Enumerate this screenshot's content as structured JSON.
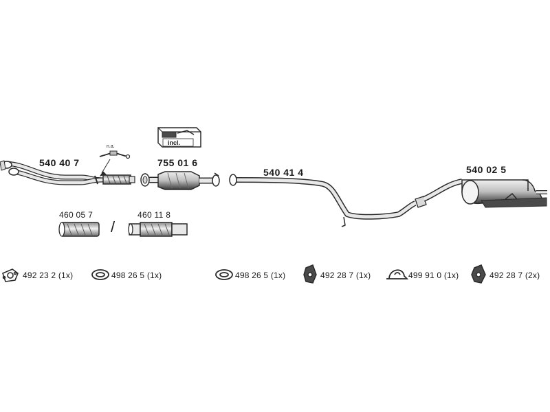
{
  "parts": {
    "front_pipe": "540 40 7",
    "catalytic_converter": "755 01 6",
    "center_pipe": "540 41 4",
    "rear_silencer": "540 02 5",
    "flex_pipe_a": "460 05 7",
    "flex_pipe_b": "460 11 8",
    "alternative_separator": "/"
  },
  "notes": {
    "not_available": "n.a.",
    "included": "incl."
  },
  "accessories": [
    {
      "code": "492 23 2 (1x)",
      "icon": "flange-gasket-icon"
    },
    {
      "code": "498 26 5 (1x)",
      "icon": "ring-gasket-icon"
    },
    {
      "code": "498 26 5 (1x)",
      "icon": "ring-gasket-icon"
    },
    {
      "code": "492 28 7 (1x)",
      "icon": "rubber-mount-icon"
    },
    {
      "code": "499 91 0 (1x)",
      "icon": "clamp-icon"
    },
    {
      "code": "492 28 7 (2x)",
      "icon": "rubber-mount-icon"
    }
  ],
  "colors": {
    "line": "#2a2a2a",
    "fill_light": "#d9d9d9",
    "fill_dark": "#4a4a4a"
  }
}
